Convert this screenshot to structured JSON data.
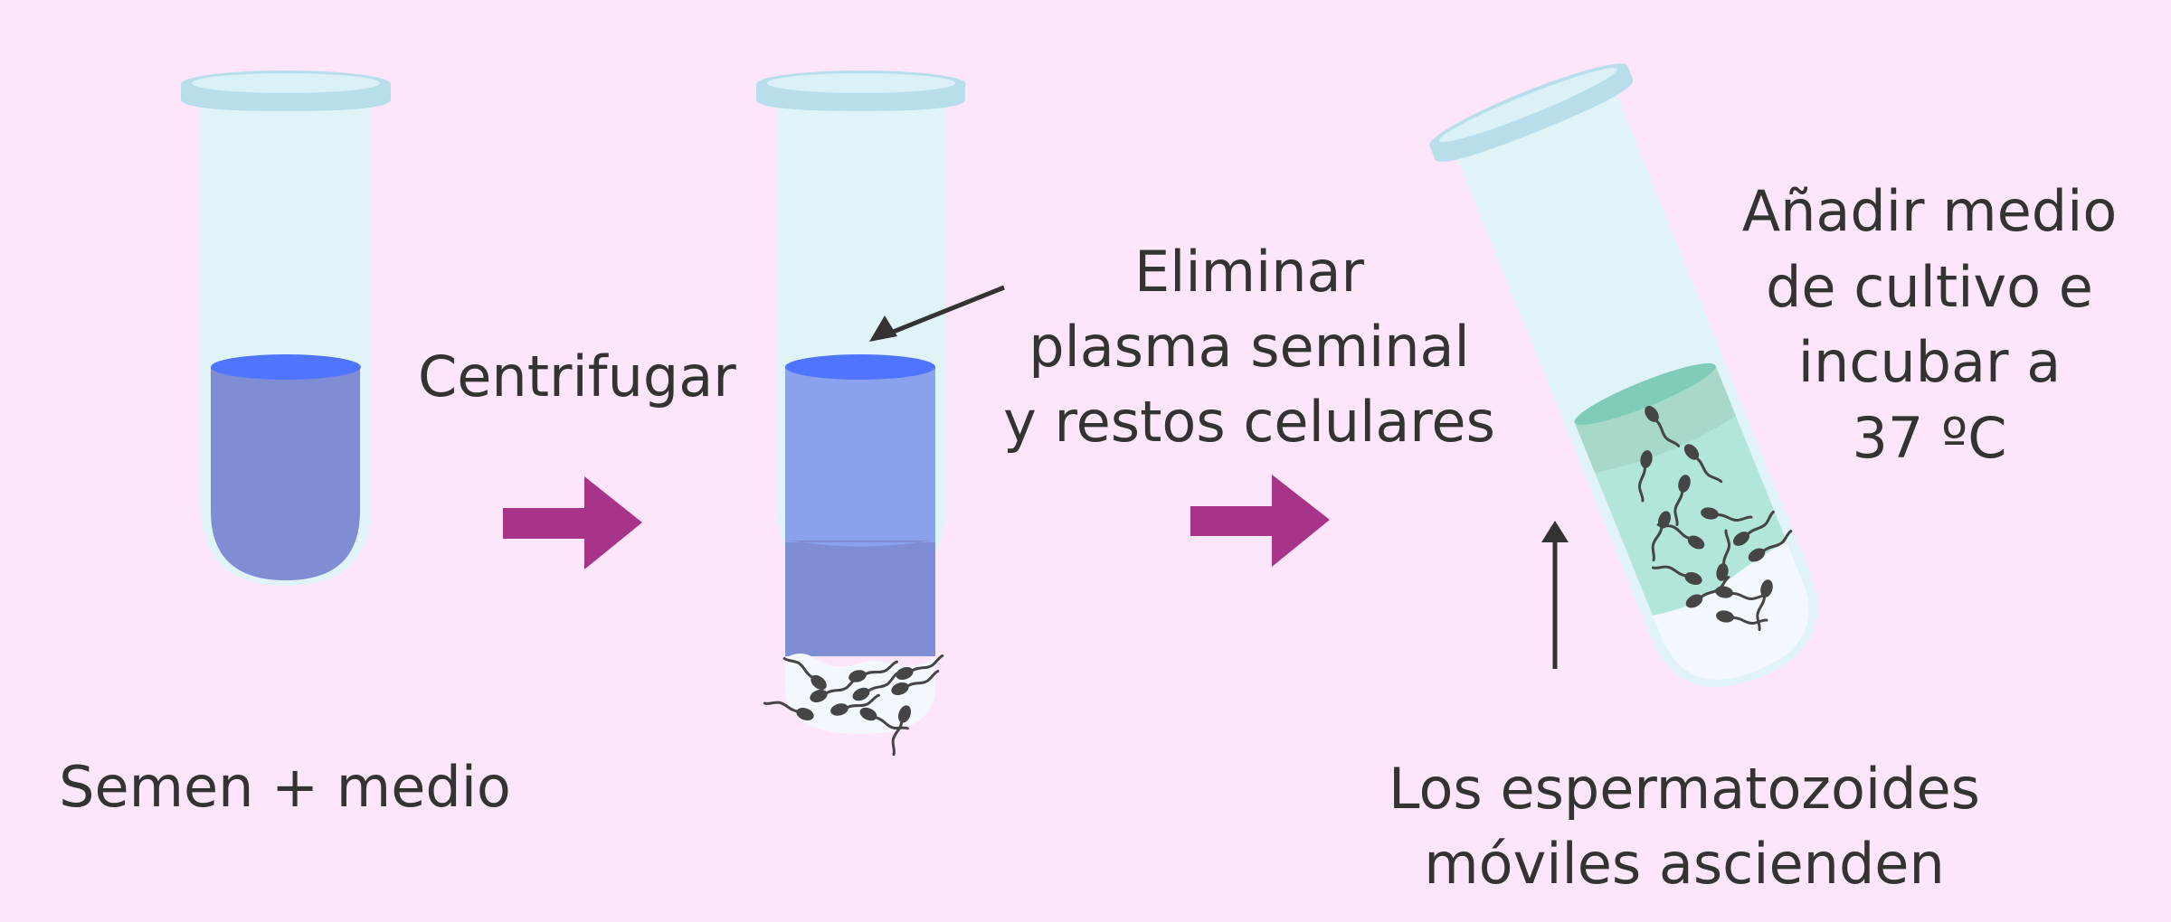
{
  "title": "Técnica de swim-up",
  "colors": {
    "background": "#fee6fa",
    "tube_glass": "#e0f4f8",
    "tube_rim": "#b7deea",
    "tube_rim_inner": "#d9f1f7",
    "semen_medium": "#7f8dd5",
    "semen_surface": "#4f74fe",
    "plasma_layer": "#8aa1ec",
    "pellet": "#f3f8fe",
    "culture_medium": "#b3e6da",
    "culture_top_layer": "#a8d8c9",
    "culture_surface": "#7fccb8",
    "sperm": "#454545",
    "step_arrow": "#a8348a",
    "pointer_arrow": "#333333",
    "text": "#333333"
  },
  "steps": [
    {
      "id": "step1",
      "label": "Semen + medio"
    },
    {
      "id": "step2",
      "action": "Centrifugar",
      "annotation": [
        "Eliminar",
        "plasma seminal",
        "y restos celulares"
      ]
    },
    {
      "id": "step3",
      "annotation": [
        "Añadir medio",
        "de cultivo e",
        "incubar a",
        "37 ºC"
      ],
      "label": [
        "Los espermatozoides",
        "móviles ascienden"
      ]
    }
  ]
}
